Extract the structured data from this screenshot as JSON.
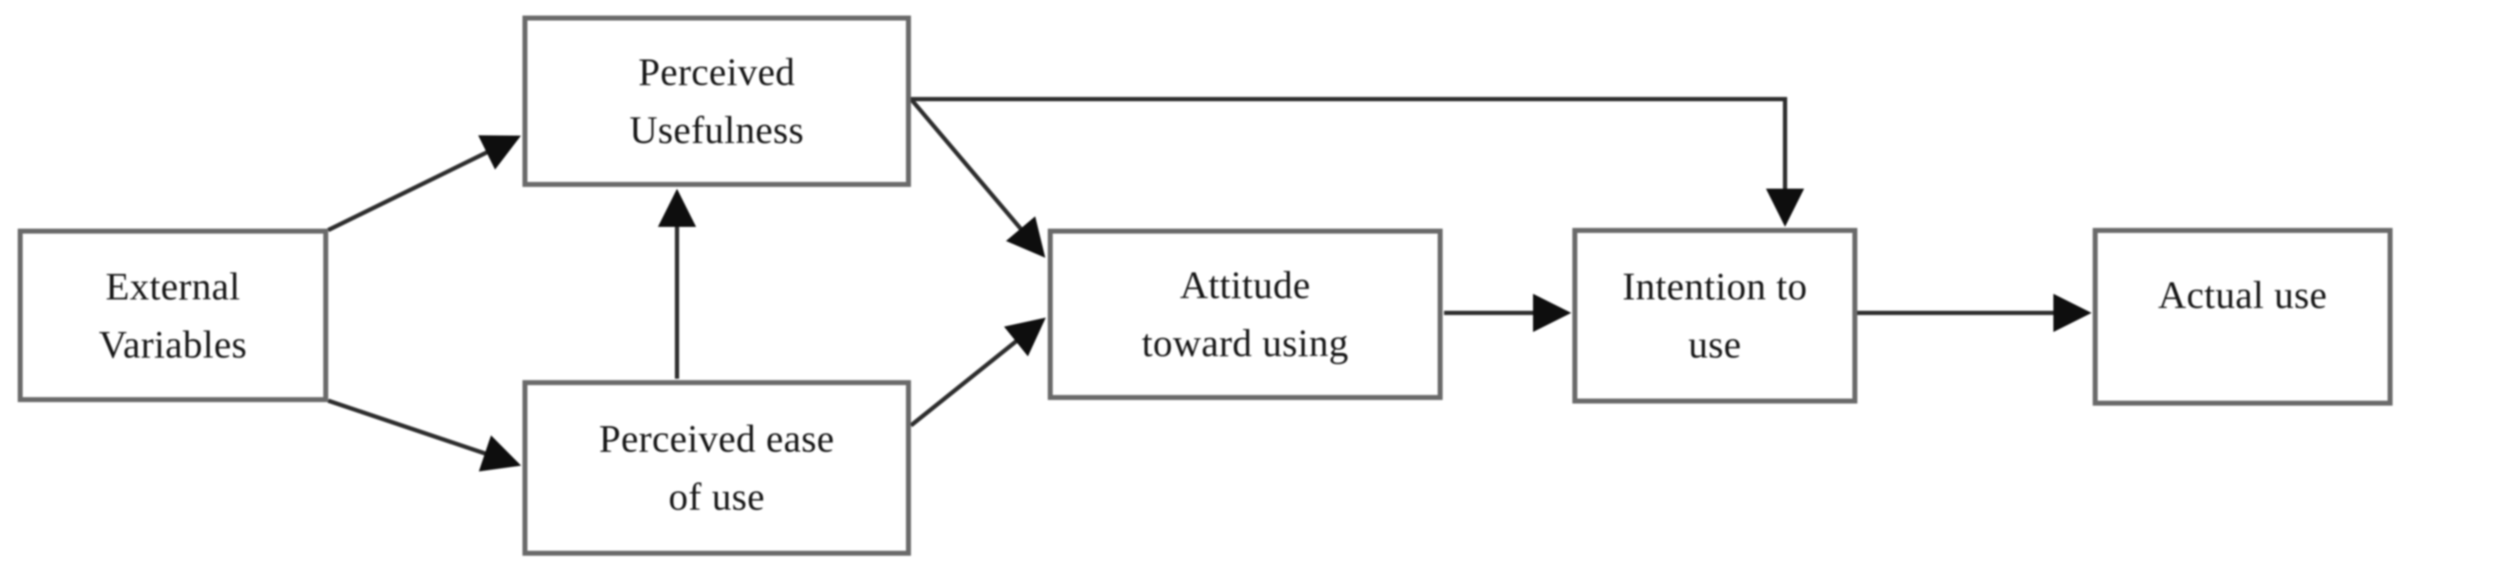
{
  "diagram_type": "flow-diagram",
  "colors": {
    "background": "#ffffff",
    "box_border": "#6a6a6a",
    "line": "#2d2d2d",
    "arrowhead": "#0e0e0e",
    "text": "#161616"
  },
  "nodes": {
    "external_variables": {
      "line1": "External",
      "line2": "Variables"
    },
    "perceived_usefulness": {
      "line1": "Perceived",
      "line2": "Usefulness"
    },
    "perceived_ease_of_use": {
      "line1": "Perceived ease",
      "line2": "of use"
    },
    "attitude_toward_using": {
      "line1": "Attitude",
      "line2": "toward using"
    },
    "intention_to_use": {
      "line1": "Intention to",
      "line2": "use"
    },
    "actual_use": {
      "line1": "Actual use"
    }
  },
  "edges": [
    {
      "from": "external_variables",
      "to": "perceived_usefulness",
      "type": "arrow"
    },
    {
      "from": "external_variables",
      "to": "perceived_ease_of_use",
      "type": "arrow"
    },
    {
      "from": "perceived_ease_of_use",
      "to": "perceived_usefulness",
      "type": "arrow"
    },
    {
      "from": "perceived_usefulness",
      "to": "attitude_toward_using",
      "type": "arrow"
    },
    {
      "from": "perceived_ease_of_use",
      "to": "attitude_toward_using",
      "type": "arrow"
    },
    {
      "from": "attitude_toward_using",
      "to": "intention_to_use",
      "type": "arrow"
    },
    {
      "from": "perceived_usefulness",
      "to": "intention_to_use",
      "type": "elbow-arrow"
    },
    {
      "from": "intention_to_use",
      "to": "actual_use",
      "type": "arrow"
    }
  ]
}
